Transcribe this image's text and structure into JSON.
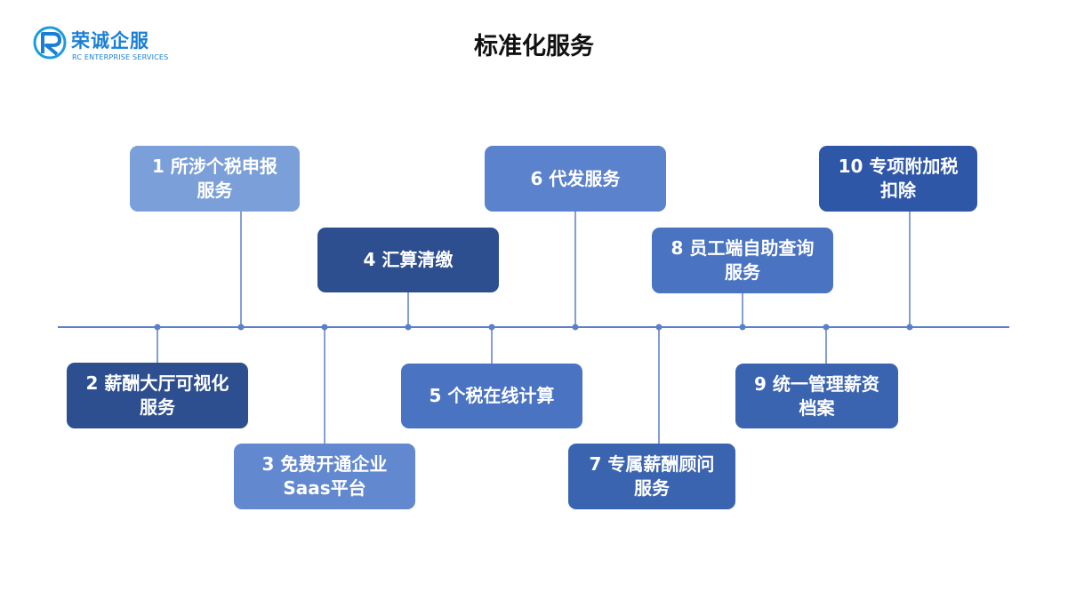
{
  "logo": {
    "name": "荣诚企服",
    "subtitle": "RC ENTERPRISE SERVICES"
  },
  "title": "标准化服务",
  "colors": {
    "line": "#5b7fc9",
    "c1": "#7b9fd8",
    "c2": "#2e4f8f",
    "c3": "#6288cf",
    "c4": "#3a64b0"
  },
  "services": [
    {
      "label": "1 所涉个税申报\n服务"
    },
    {
      "label": "2 薪酬大厅可视化\n服务"
    },
    {
      "label": "3 免费开通企业\nSaas平台"
    },
    {
      "label": "4 汇算清缴"
    },
    {
      "label": "5 个税在线计算"
    },
    {
      "label": "6 代发服务"
    },
    {
      "label": "7 专属薪酬顾问\n服务"
    },
    {
      "label": "8 员工端自助查询\n服务"
    },
    {
      "label": "9 统一管理薪资\n档案"
    },
    {
      "label": "10 专项附加税\n扣除"
    }
  ]
}
